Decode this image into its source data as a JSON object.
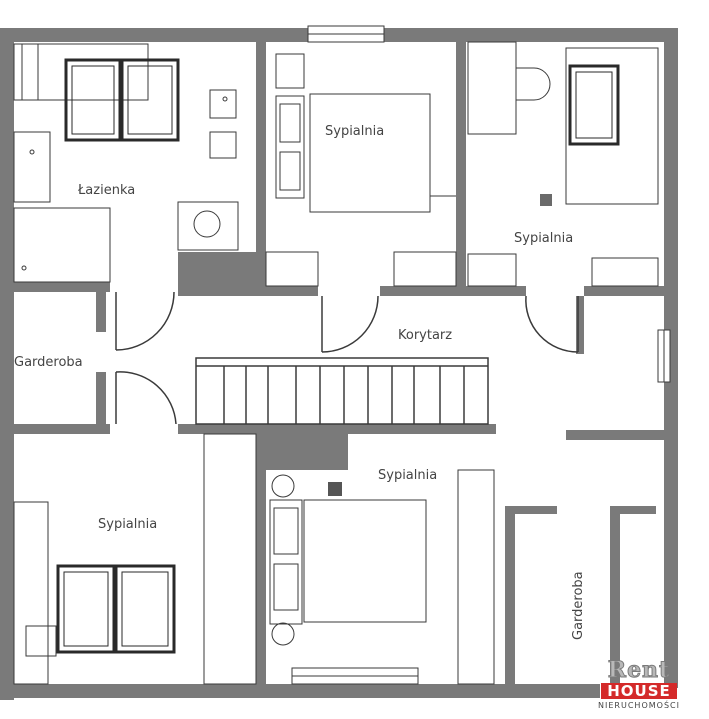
{
  "rooms": {
    "lazienka": "Łazienka",
    "sypialnia_top_center": "Sypialnia",
    "sypialnia_top_right": "Sypialnia",
    "korytarz": "Korytarz",
    "garderoba_left": "Garderoba",
    "sypialnia_bottom_left": "Sypialnia",
    "sypialnia_bottom_center": "Sypialnia",
    "garderoba_right": "Garderoba"
  },
  "logo": {
    "rent": "Rent",
    "house": "HOUSE",
    "subtitle": "NIERUCHOMOŚCI"
  },
  "colors": {
    "wall": "#7a7a7a",
    "wall_dark": "#555555",
    "line": "#3a3a3a",
    "logo_red": "#d42a2a"
  }
}
